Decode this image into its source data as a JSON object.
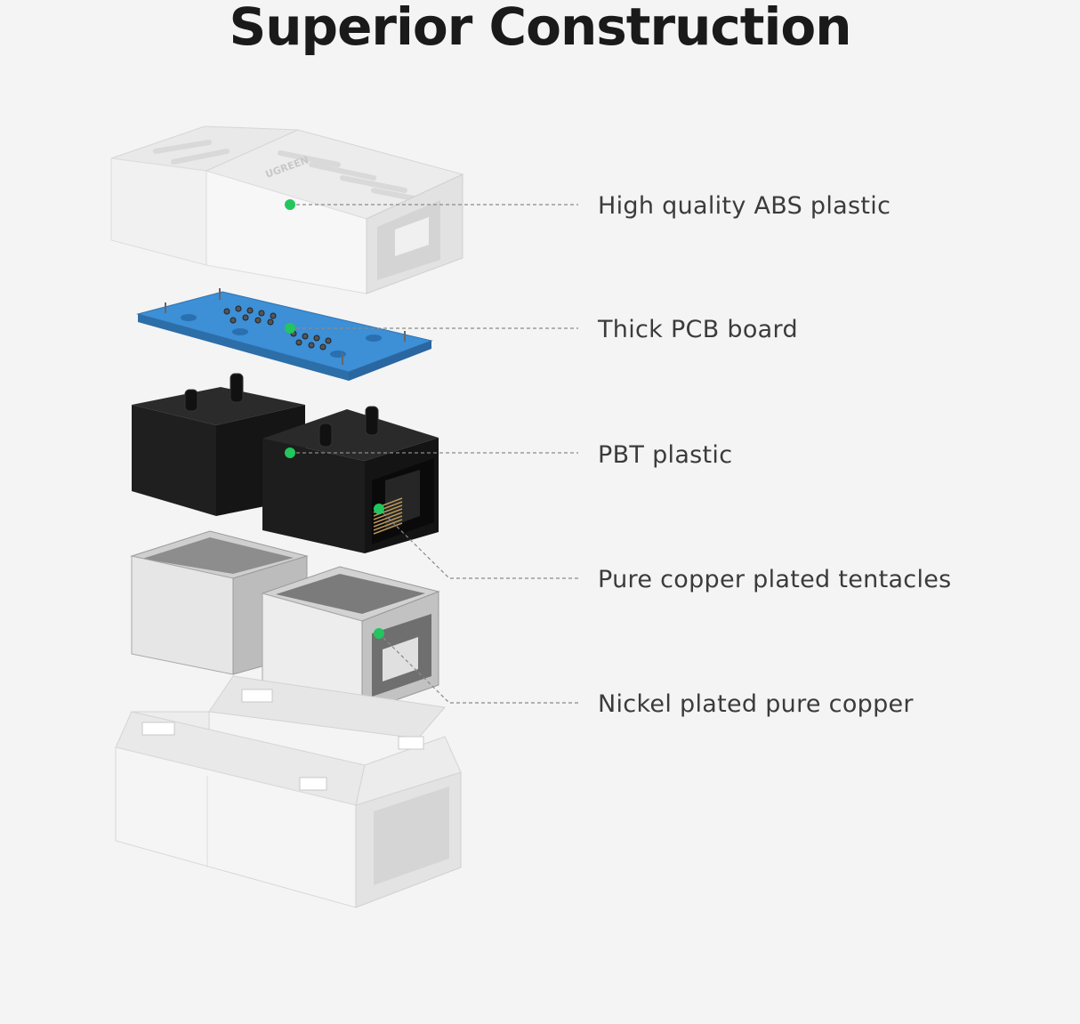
{
  "title": "Superior Construction",
  "brand": {
    "logo_text": "UGREEN"
  },
  "colors": {
    "background": "#f4f4f4",
    "marker_dot": "#22c55e",
    "leader_line": "#8a8a8a",
    "pcb": "#3d8fd6"
  },
  "components": [
    {
      "label": "High quality ABS plastic",
      "part": "top-white-shell"
    },
    {
      "label": "Thick PCB board",
      "part": "pcb-board"
    },
    {
      "label": "PBT plastic",
      "part": "black-jack-housing"
    },
    {
      "label": "Pure copper plated tentacles",
      "part": "copper-contacts"
    },
    {
      "label": "Nickel plated pure copper",
      "part": "metal-shield"
    }
  ]
}
